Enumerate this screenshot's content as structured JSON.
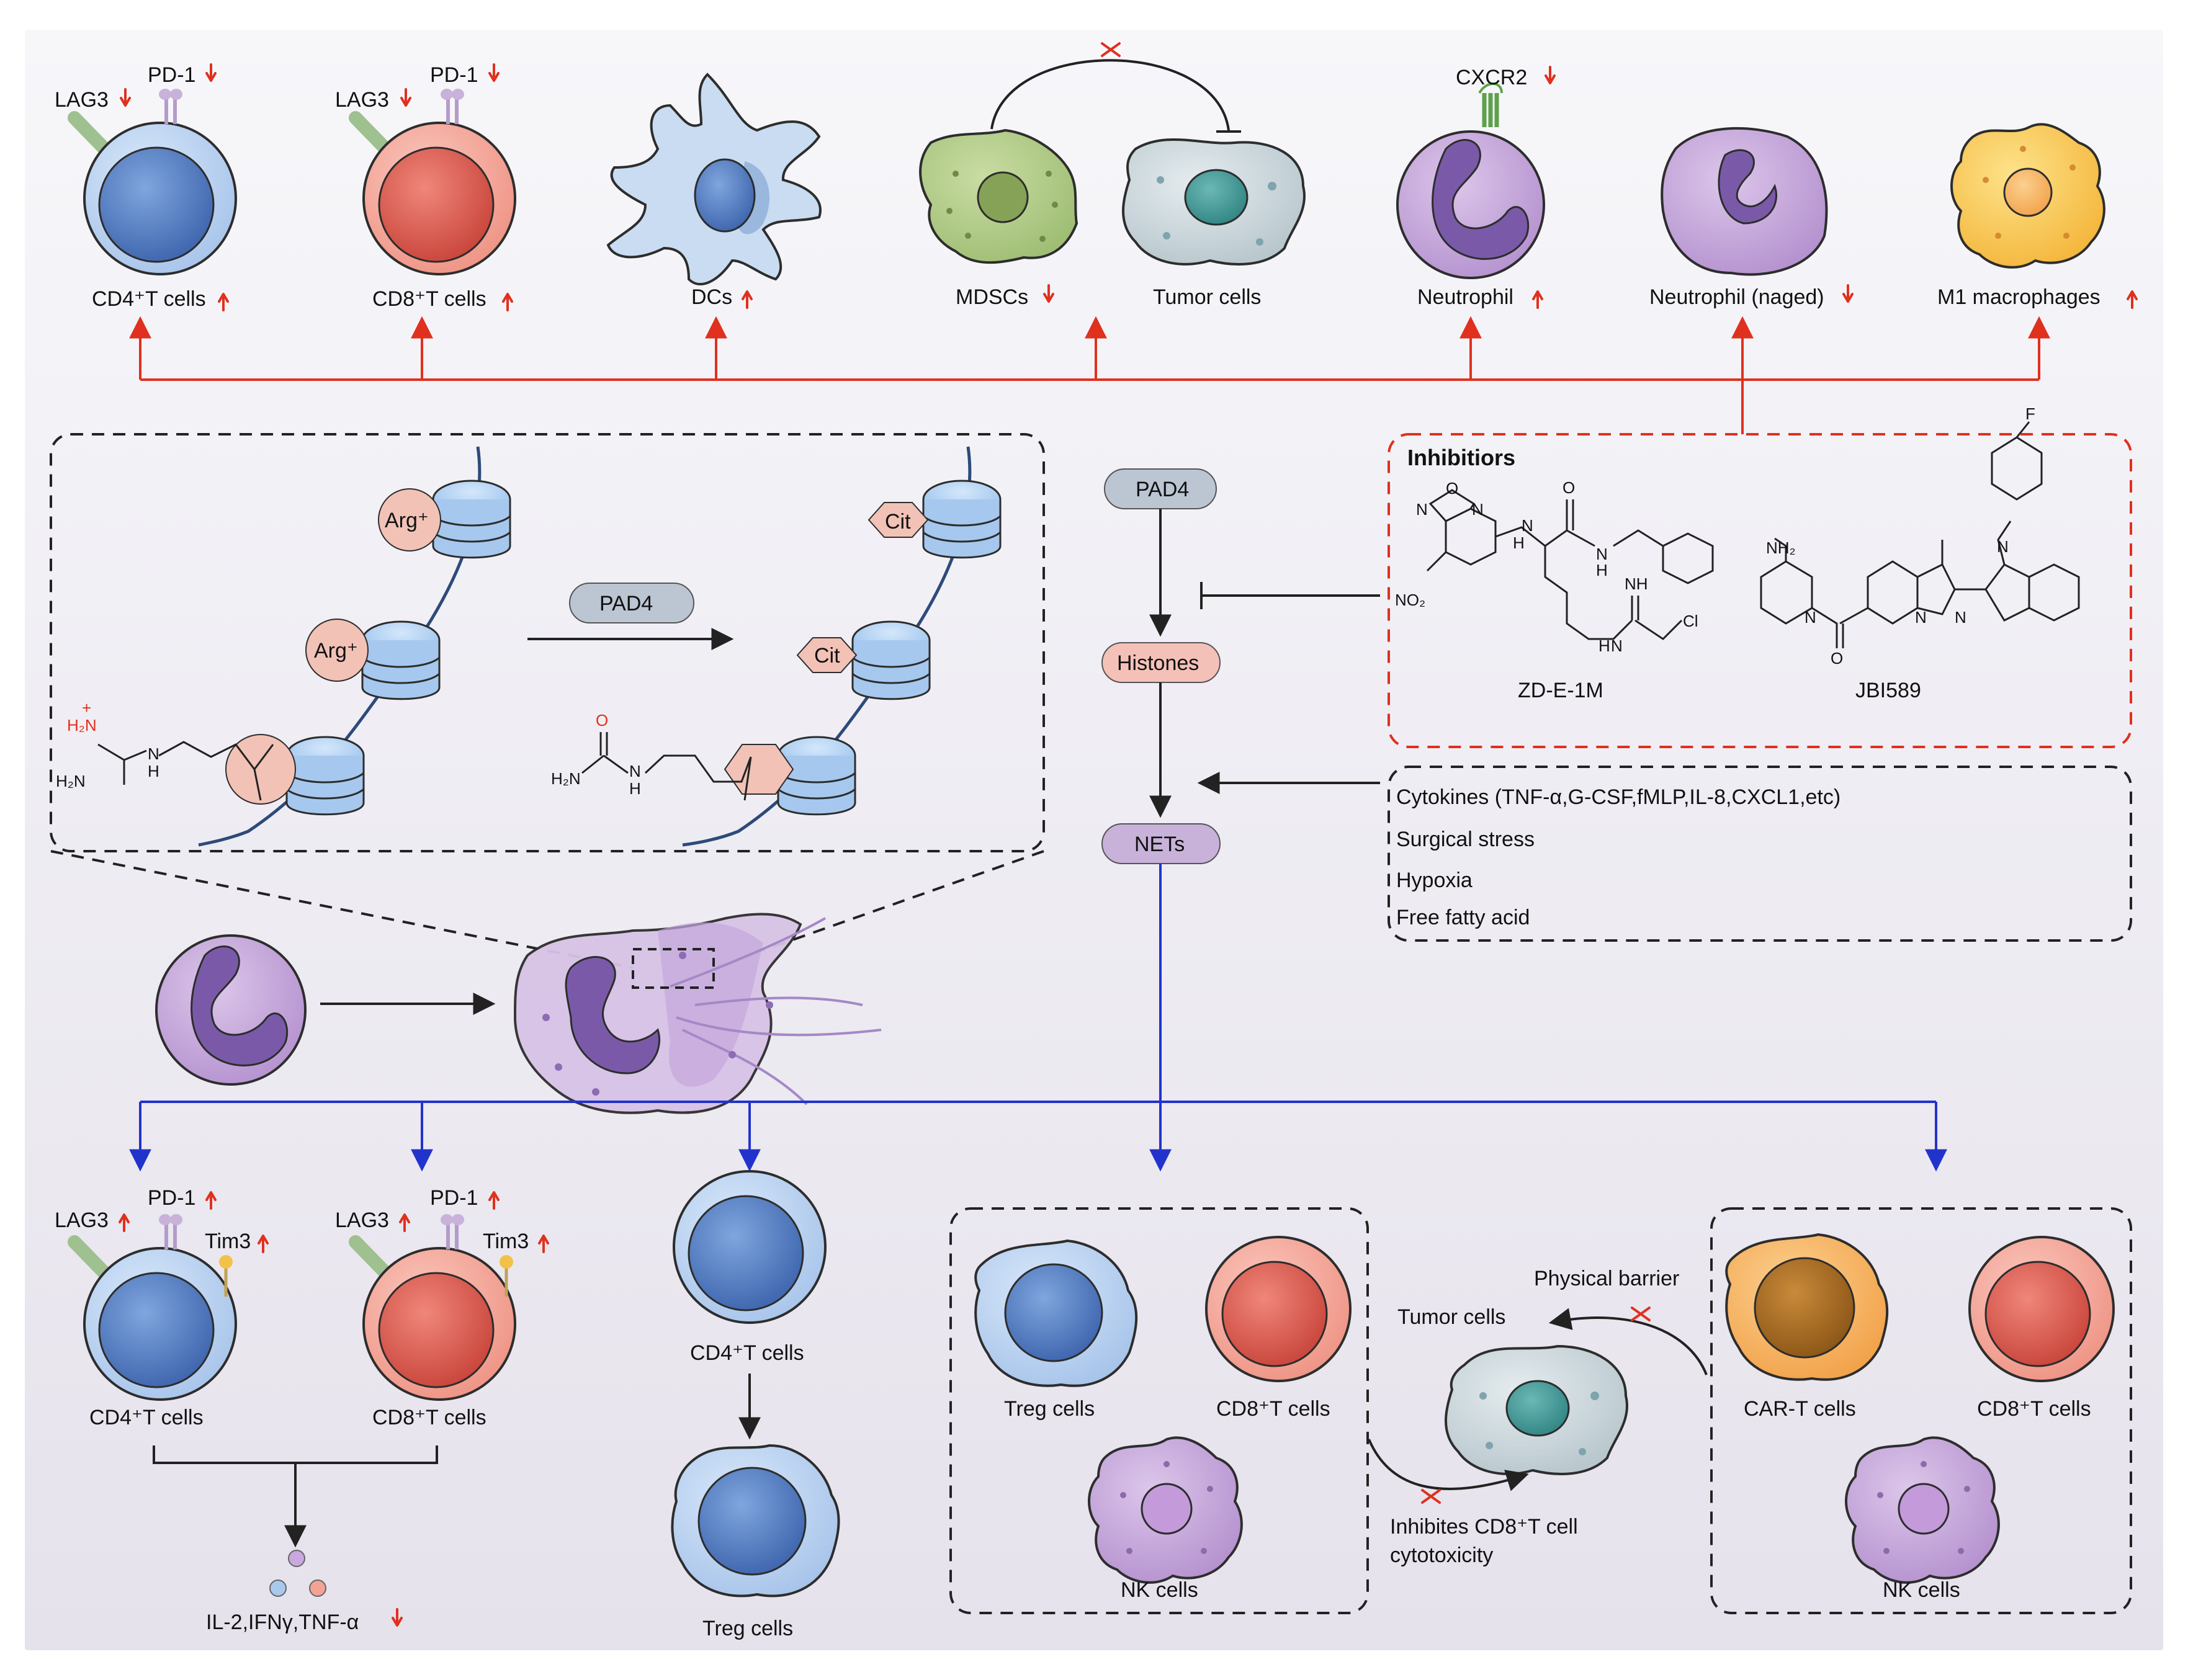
{
  "pad4_label": "PAD4",
  "histones_label": "Histones",
  "nets_label": "NETs",
  "top_cells": [
    {
      "name": "LAG3",
      "pd1": "PD-1",
      "label": "CD4⁺T cells"
    },
    {
      "name": "LAG3",
      "pd1": "PD-1",
      "label": "CD8⁺T cells"
    },
    {
      "label": "DCs"
    },
    {
      "label": "MDSCs"
    },
    {
      "label": "Tumor cells"
    },
    {
      "receptor": "CXCR2",
      "label": "Neutrophil"
    },
    {
      "label": "Neutrophil (naged)"
    },
    {
      "label": "M1 macrophages"
    }
  ],
  "zoom": {
    "arg_label": "Arg⁺",
    "cit_label": "Cit",
    "pad4_label": "PAD4",
    "amine_charged": "H₂N",
    "amine_plus": "+",
    "h2n": "H₂N",
    "nh": "N",
    "h": "H",
    "o": "O"
  },
  "inhibitors": {
    "title": "Inhibitiors",
    "drug1": "ZD-E-1M",
    "drug2": "JBI589",
    "atoms": {
      "o": "O",
      "n": "N",
      "nh": "NH",
      "no2": "NO₂",
      "h": "H",
      "cl": "Cl",
      "nh2": "NH₂",
      "f": "F",
      "nhn": "N"
    }
  },
  "inducers": [
    "Cytokines (TNF-α,G-CSF,fMLP,IL-8,CXCL1,etc)",
    "Surgical stress",
    "Hypoxia",
    "Free fatty acid"
  ],
  "bottom": {
    "lag3": "LAG3",
    "pd1": "PD-1",
    "tim3": "Tim3",
    "cd4": "CD4⁺T cells",
    "cd8": "CD8⁺T cells",
    "cytokines": "IL-2,IFNγ,TNF-α",
    "mid_cd4": "CD4⁺T cells",
    "treg_bottom": "Treg cells",
    "box1": {
      "treg": "Treg cells",
      "cd8": "CD8⁺T cells",
      "nk": "NK cells"
    },
    "tumor": "Tumor cells",
    "physical_barrier": "Physical barrier",
    "inhibits_line1": "Inhibites CD8⁺T cell",
    "inhibits_line2": "cytotoxicity",
    "box2": {
      "cart": "CAR-T cells",
      "cd8": "CD8⁺T cells",
      "nk": "NK cells"
    }
  },
  "colors": {
    "up_down_arrow": "#e0301e",
    "red_line": "#e0301e",
    "blue_line": "#2233cc",
    "cd4_cell": "#b9d3f0",
    "cd8_cell": "#f2a396",
    "dashed_red": "#e0301e"
  }
}
